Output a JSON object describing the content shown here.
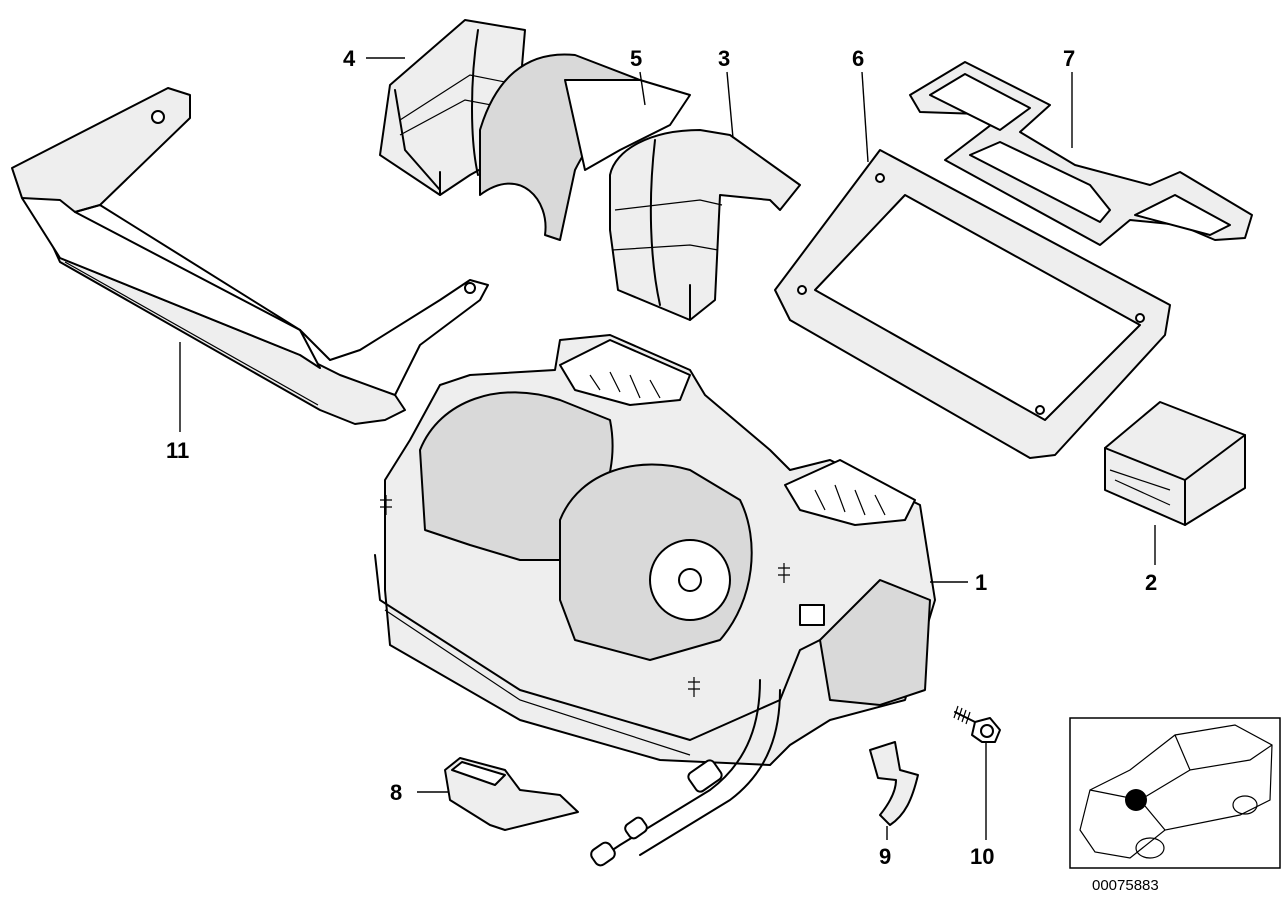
{
  "diagram": {
    "callouts": [
      {
        "id": "1",
        "text": "1"
      },
      {
        "id": "2",
        "text": "2"
      },
      {
        "id": "3",
        "text": "3"
      },
      {
        "id": "4",
        "text": "4"
      },
      {
        "id": "5",
        "text": "5"
      },
      {
        "id": "6",
        "text": "6"
      },
      {
        "id": "7",
        "text": "7"
      },
      {
        "id": "8",
        "text": "8"
      },
      {
        "id": "9",
        "text": "9"
      },
      {
        "id": "10",
        "text": "10"
      },
      {
        "id": "11",
        "text": "11"
      }
    ],
    "reference_number": "00075883"
  }
}
